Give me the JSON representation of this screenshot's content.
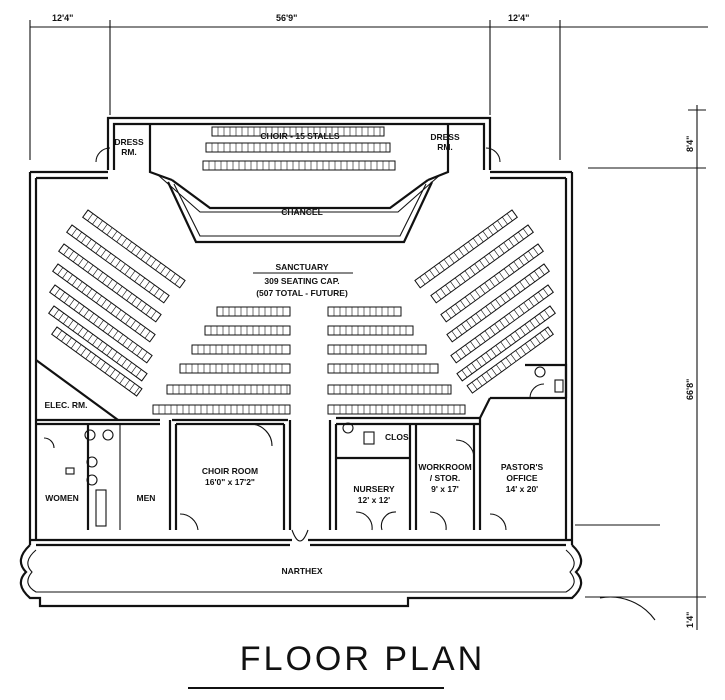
{
  "title": "FLOOR PLAN",
  "dimensions": {
    "left_wing": "12'4\"",
    "center": "56'9\"",
    "right_wing": "12'4\"",
    "top_depth": "8'4\"",
    "main_depth": "66'8\"",
    "bottom_depth": "1'4\""
  },
  "rooms": {
    "choir_stalls": "CHOIR - 15 STALLS",
    "dress_left_line1": "DRESS",
    "dress_left_line2": "RM.",
    "dress_right_line1": "DRESS",
    "dress_right_line2": "RM.",
    "chancel": "CHANCEL",
    "sanctuary": "SANCTUARY",
    "seating_cap": "309 SEATING CAP.",
    "future_total": "(507 TOTAL - FUTURE)",
    "elec_room": "ELEC. RM.",
    "women": "WOMEN",
    "men": "MEN",
    "choir_room": "CHOIR ROOM",
    "choir_room_size": "16'0\" x 17'2\"",
    "nursery": "NURSERY",
    "nursery_size": "12' x 12'",
    "clos": "CLOS.",
    "workroom_line1": "WORKROOM",
    "workroom_line2": "/ STOR.",
    "workroom_size": "9' x 17'",
    "pastor_line1": "PASTOR'S",
    "pastor_line2": "OFFICE",
    "pastor_size": "14' x 20'",
    "narthex": "NARTHEX"
  }
}
